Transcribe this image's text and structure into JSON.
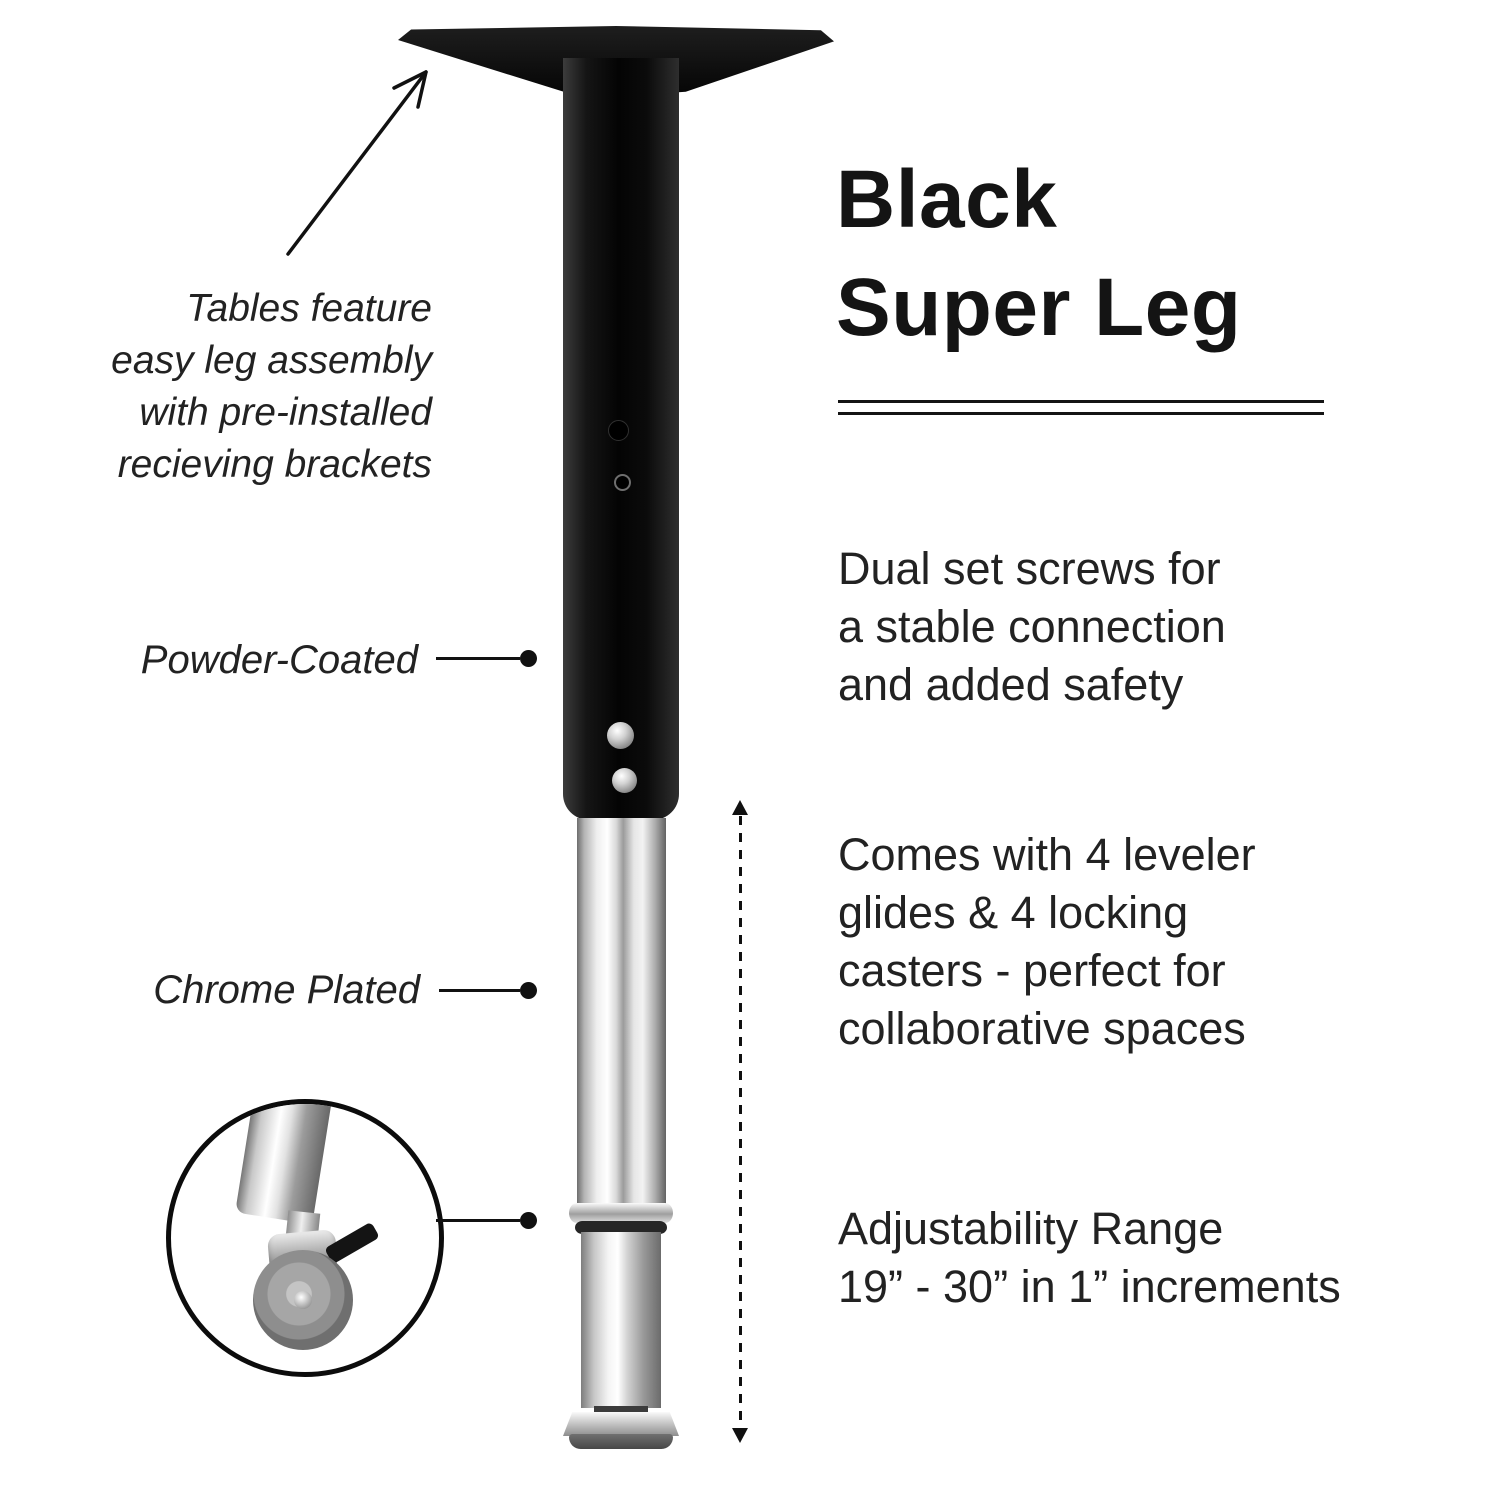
{
  "colors": {
    "background": "#ffffff",
    "ink": "#111111",
    "text": "#222222",
    "leg_black": "#0e0e0e",
    "chrome": "#d9d9d9"
  },
  "title": {
    "text": "Black\nSuper Leg"
  },
  "callouts": {
    "assembly": "Tables feature\neasy leg assembly\nwith pre-installed\nrecieving brackets",
    "powder_coated": "Powder-Coated",
    "chrome_plated": "Chrome Plated"
  },
  "features": {
    "set_screws": "Dual set screws for\na stable connection\nand added safety",
    "casters": "Comes with 4 leveler\nglides & 4 locking\ncasters - perfect for\ncollaborative spaces",
    "adjustability": "Adjustability Range\n19” - 30” in 1” increments"
  }
}
